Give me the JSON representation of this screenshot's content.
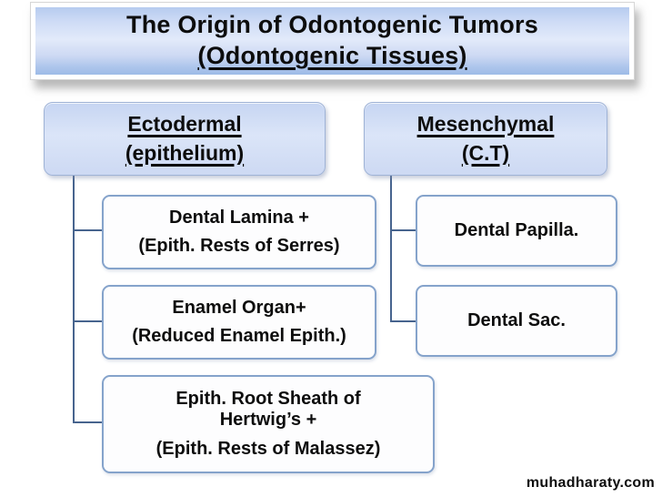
{
  "title": {
    "line1": "The Origin of Odontogenic Tumors",
    "line2": "(Odontogenic Tissues)"
  },
  "branches": [
    {
      "label1": "Ectodermal",
      "label2": "(epithelium)",
      "children": [
        {
          "lines": [
            "Dental Lamina +",
            "(Epith. Rests of Serres)"
          ]
        },
        {
          "lines": [
            "Enamel Organ+",
            "(Reduced Enamel Epith.)"
          ]
        },
        {
          "lines": [
            "Epith. Root Sheath of",
            "Hertwig’s +",
            "(Epith. Rests of Malassez)"
          ]
        }
      ]
    },
    {
      "label1": "Mesenchymal",
      "label2": "(C.T)",
      "children": [
        {
          "lines": [
            "Dental Papilla."
          ]
        },
        {
          "lines": [
            "Dental Sac."
          ]
        }
      ]
    }
  ],
  "watermark": "muhadharaty.com",
  "colors": {
    "title_gradient_top": "#b6cbef",
    "title_gradient_mid": "#e2eafa",
    "title_gradient_bottom": "#9dbbe7",
    "header_fill_top": "#c6d5f2",
    "header_fill_bottom": "#cdd9f3",
    "leaf_fill": "#fdfdfe",
    "box_border": "#85a3cb",
    "connector": "#47648e",
    "text": "#0d0d0d"
  }
}
